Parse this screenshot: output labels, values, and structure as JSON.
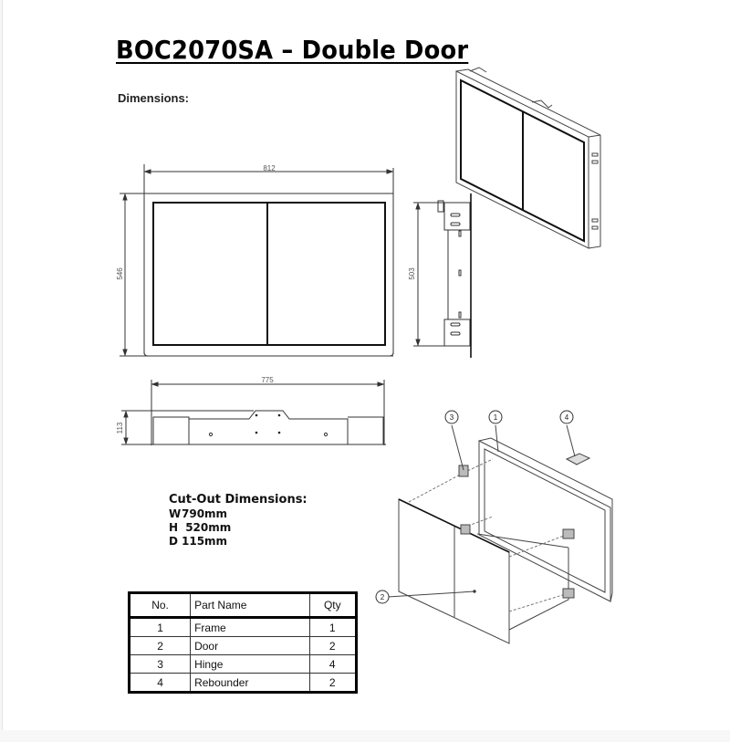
{
  "document": {
    "title": "BOC2070SA – Double Door",
    "dimensions_label": "Dimensions:"
  },
  "front_view": {
    "width_label": "812",
    "height_label": "546"
  },
  "side_view": {
    "height_label": "503"
  },
  "top_view": {
    "width_label": "775",
    "depth_label": "113"
  },
  "cutout": {
    "heading": "Cut-Out Dimensions:",
    "rows": [
      {
        "axis": "W",
        "value": "790mm"
      },
      {
        "axis": "H",
        "value": "520mm"
      },
      {
        "axis": "D",
        "value": "115mm"
      }
    ]
  },
  "exploded_view": {
    "callouts": [
      "1",
      "2",
      "3",
      "4"
    ]
  },
  "parts_table": {
    "headers": {
      "no": "No.",
      "name": "Part Name",
      "qty": "Qty"
    },
    "rows": [
      {
        "no": "1",
        "name": "Frame",
        "qty": "1"
      },
      {
        "no": "2",
        "name": "Door",
        "qty": "2"
      },
      {
        "no": "3",
        "name": "Hinge",
        "qty": "4"
      },
      {
        "no": "4",
        "name": "Rebounder",
        "qty": "2"
      }
    ]
  }
}
